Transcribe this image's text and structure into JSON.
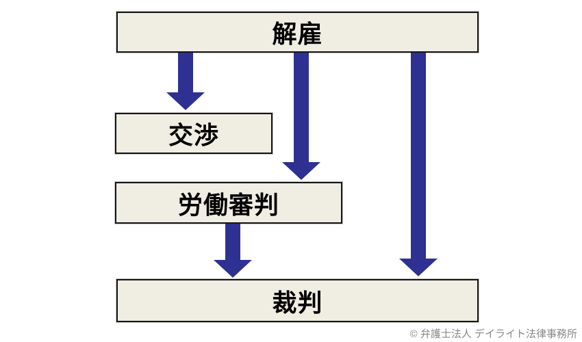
{
  "diagram": {
    "title": "dismissal-dispute-resolution-flow",
    "boxes": [
      {
        "id": "dismissal",
        "label": "解雇"
      },
      {
        "id": "negotiation",
        "label": "交渉"
      },
      {
        "id": "labor-tribunal",
        "label": "労働審判"
      },
      {
        "id": "trial",
        "label": "裁判"
      }
    ],
    "arrows": [
      {
        "from": "dismissal",
        "to": "negotiation"
      },
      {
        "from": "dismissal",
        "to": "labor-tribunal"
      },
      {
        "from": "dismissal",
        "to": "trial"
      },
      {
        "from": "labor-tribunal",
        "to": "trial"
      }
    ],
    "colors": {
      "arrow": "#2e3192",
      "box_fill": "#f0ede3",
      "box_border": "#141414"
    }
  },
  "footer": {
    "copyright": "© 弁護士法人 デイライト法律事務所"
  }
}
